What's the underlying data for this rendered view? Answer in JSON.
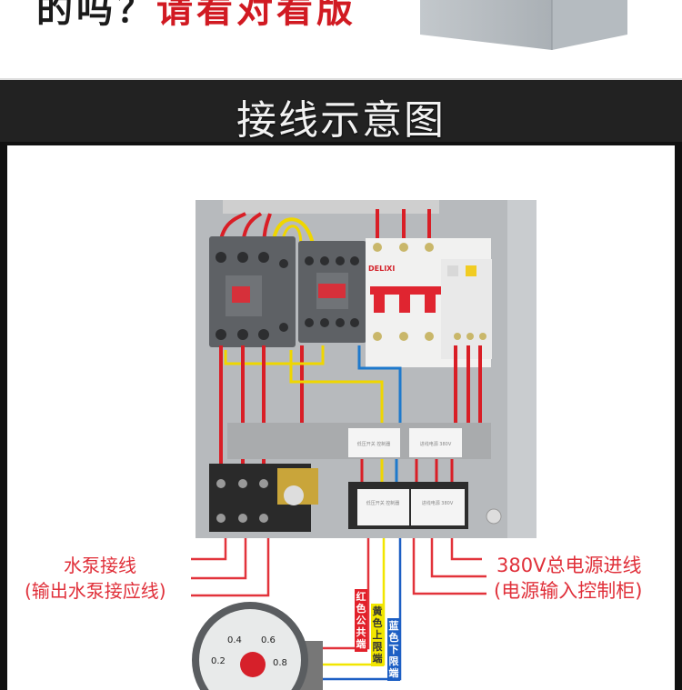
{
  "header": {
    "tagline_dark": "的吗？",
    "tagline_red": "请看对看版"
  },
  "section": {
    "title": "接线示意图"
  },
  "photo": {
    "brand": "DELIXI",
    "panel_label_1": "低压开关 控制器",
    "panel_label_2": "进线电源 380V",
    "gauge_ticks": [
      "0.2",
      "0.4",
      "0.6",
      "0.8"
    ]
  },
  "callouts": {
    "pump_title": "水泵接线",
    "pump_sub": "(输出水泵接应线)",
    "power_title": "380V总电源进线",
    "power_sub": "(电源输入控制柜)",
    "wire_red": "红色公共端",
    "wire_yellow": "黄色上限端",
    "wire_blue": "蓝色下限端"
  },
  "colors": {
    "callout_red": "#e0303a",
    "wire_red": "#e8202a",
    "wire_yellow": "#f2e600",
    "wire_blue": "#1d5fc4"
  }
}
